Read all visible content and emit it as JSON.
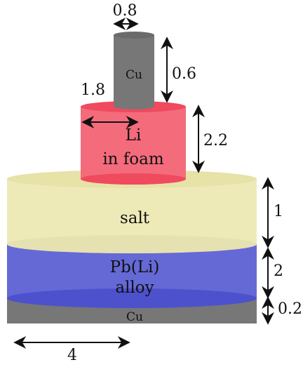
{
  "diagram": {
    "layers": {
      "cu_top": {
        "label": "Cu",
        "color": "#777777"
      },
      "li_foam": {
        "label_line1": "Li",
        "label_line2": "in foam",
        "color": "#f46b7c",
        "rim_color": "#ef4a5e"
      },
      "salt": {
        "label": "salt",
        "color": "#eeeab8"
      },
      "alloy": {
        "label_line1": "Pb(Li)",
        "label_line2": "alloy",
        "color": "#6569d6",
        "rim_color": "#4b4fcb"
      },
      "cu_bottom": {
        "label": "Cu",
        "color": "#777777"
      }
    },
    "dimensions": {
      "cu_top_width": "0.8",
      "cu_top_height": "0.6",
      "li_radius": "1.8",
      "li_height": "2.2",
      "salt_height": "1",
      "alloy_height": "2",
      "cu_bottom_height": "0.2",
      "base_radius": "4"
    }
  }
}
